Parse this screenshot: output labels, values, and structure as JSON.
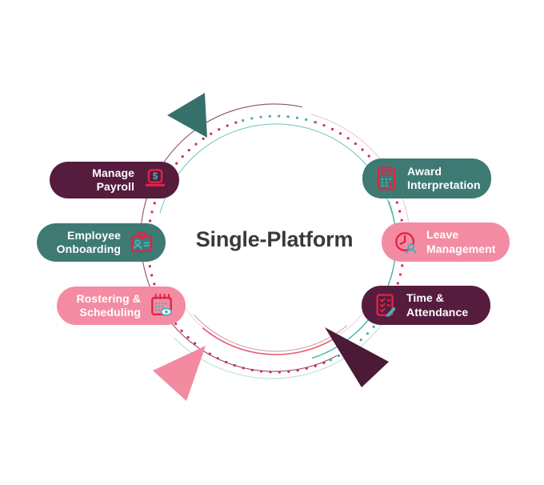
{
  "title": "Single-Platform",
  "pills": [
    {
      "id": "manage-payroll",
      "label": "Manage Payroll",
      "icon": "dollar-laptop-icon",
      "color": "maroon",
      "side": "left"
    },
    {
      "id": "employee-onboarding",
      "label": "Employee Onboarding",
      "icon": "id-badge-icon",
      "color": "teal",
      "side": "left"
    },
    {
      "id": "rostering-scheduling",
      "label": "Rostering & Scheduling",
      "icon": "calendar-eye-icon",
      "color": "pink",
      "side": "left"
    },
    {
      "id": "award-interpretation",
      "label": "Award Interpretation",
      "icon": "calculator-icon",
      "color": "teal",
      "side": "right"
    },
    {
      "id": "leave-management",
      "label": "Leave Management",
      "icon": "clock-person-icon",
      "color": "pink",
      "side": "right"
    },
    {
      "id": "time-attendance",
      "label": "Time & Attendance",
      "icon": "checklist-pencil-icon",
      "color": "maroon",
      "side": "right"
    }
  ],
  "arrows": [
    {
      "name": "rotation-arrow-teal",
      "position": "top-left"
    },
    {
      "name": "rotation-arrow-pink",
      "position": "bottom-left"
    },
    {
      "name": "rotation-arrow-maroon",
      "position": "bottom-right"
    }
  ],
  "colors": {
    "pill_maroon": "#561C3E",
    "pill_teal": "#3E7A73",
    "pill_pink": "#F38CA3",
    "pill_text": "#FFFFFF",
    "icon_red": "#E02448",
    "icon_teal": "#4AAEB5",
    "title_text": "#3A3A3A",
    "dot_red": "#D5294B",
    "dot_teal": "#45AAA2",
    "arrow_teal": "#35716A",
    "arrow_pink": "#F28AA0",
    "arrow_maroon": "#4A1A37",
    "ring_maroon": "#6F2444",
    "ring_soft_maroon": "#8A4A62",
    "ring_teal": "#57BCB0",
    "ring_teal_strong": "#3FB3A5",
    "ring_light_teal": "#BDE4DE",
    "ring_light_pink": "#E9C9D2",
    "ring_inner_light": "#E6D5DA",
    "ring_pink_red": "#EE5873"
  }
}
